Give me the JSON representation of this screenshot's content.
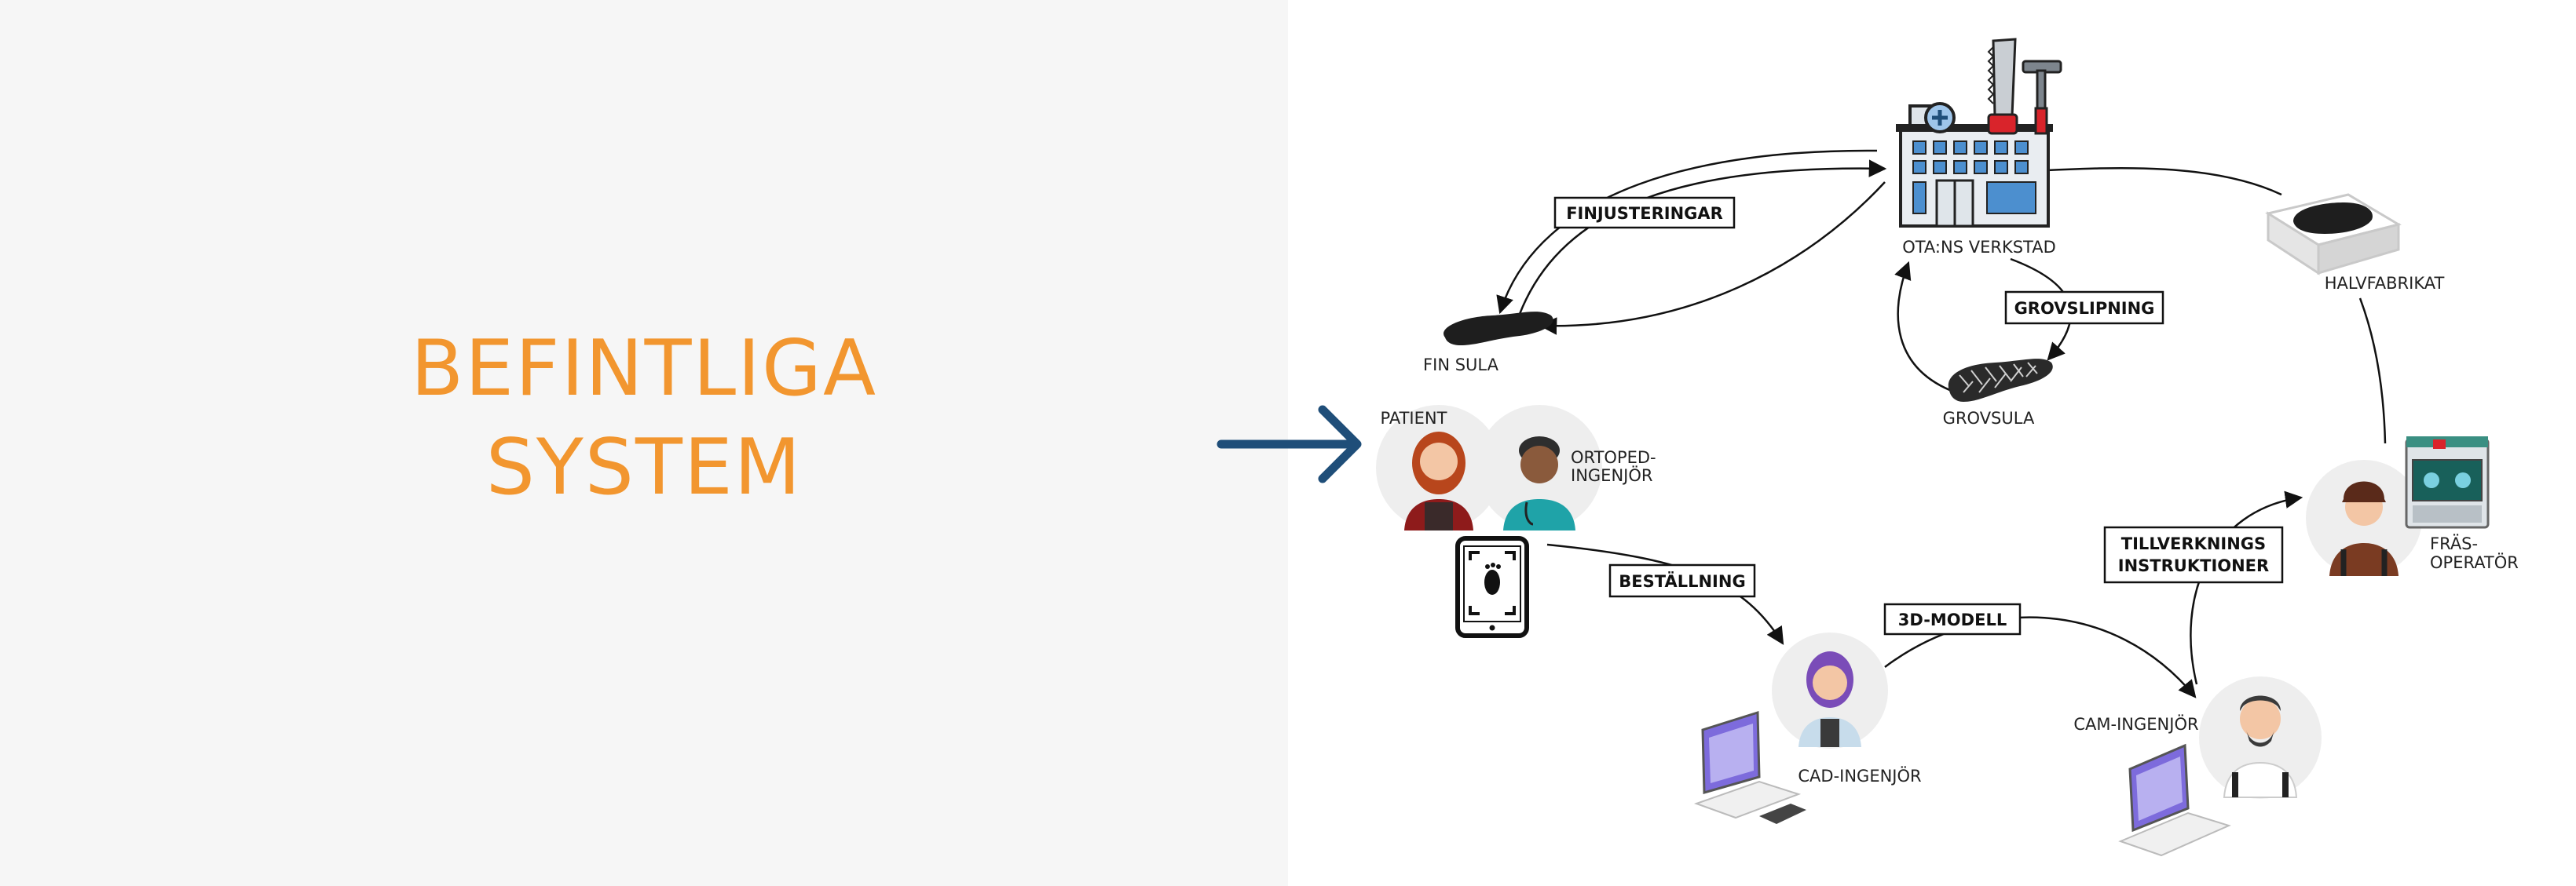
{
  "left": {
    "title_line1": "BEFINTLIGA",
    "title_line2": "SYSTEM"
  },
  "colors": {
    "accent": "#f2962f",
    "arrow": "#1f4e79",
    "left_background": "#f6f6f6"
  },
  "nodes": {
    "workshop": "OTA:NS VERKSTAD",
    "fine_sole": "FIN  SULA",
    "rough_sole": "GROVSULA",
    "semi_finished": "HALVFABRIKAT",
    "patient": "PATIENT",
    "orthoped_line1": "ORTOPED-",
    "orthoped_line2": "INGENJÖR",
    "mill_operator_line1": "FRÄS-",
    "mill_operator_line2": "OPERATÖR",
    "cad_engineer": "CAD-INGENJÖR",
    "cam_engineer": "CAM-INGENJÖR"
  },
  "edge_labels": {
    "fine_tuning": "FINJUSTERINGAR",
    "rough_grinding": "GROVSLIPNING",
    "order": "BESTÄLLNING",
    "model_3d": "3D-MODELL",
    "manufacturing_line1": "TILLVERKNINGS",
    "manufacturing_line2": "INSTRUKTIONER"
  },
  "icons": [
    "factory-icon",
    "saw-icon",
    "hammer-icon",
    "shoe-sole-icon",
    "person-icon",
    "tablet-foot-scan-icon",
    "laptop-icon",
    "milling-machine-icon",
    "arrow-right-icon"
  ]
}
